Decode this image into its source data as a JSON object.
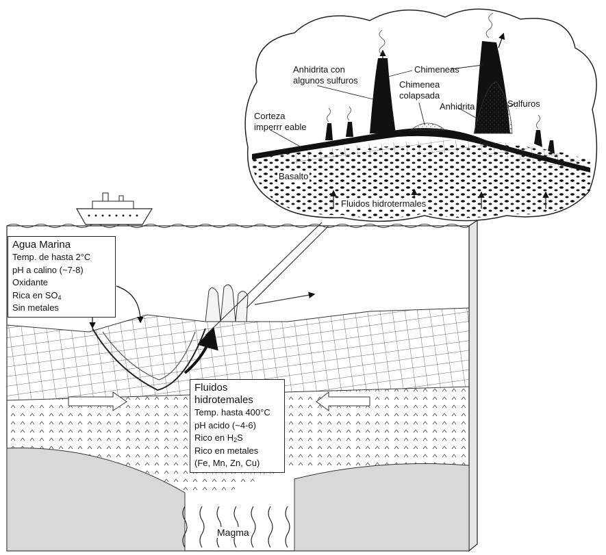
{
  "callout": {
    "anhydrite_sulfides_1": "Anhidrita con",
    "anhydrite_sulfides_2": "algunos sulfuros",
    "chimneys": "Chimeneas",
    "collapsed_chimney_1": "Chimenea",
    "collapsed_chimney_2": "colapsada",
    "anhydrite": "Anhidrita",
    "sulfides": "Sulfuros",
    "impermeable_crust_1": "Corteza",
    "impermeable_crust_2": "imperrr eable",
    "basalt": "Basalto",
    "hydrothermal_fluids": "Fluidos hidrotermales"
  },
  "seawater": {
    "title": "Agua Marina",
    "lines": [
      "Temp. de hasta 2°C",
      "pH a calino (~7-8)",
      "Oxidante",
      "Sin metales"
    ],
    "sulfate_prefix": "Rica en SO",
    "sulfate_sub": "4"
  },
  "hydrothermal": {
    "title_1": "Fluidos",
    "title_2": "hidrotemales",
    "lines": [
      "Temp. hasta 400°C",
      "pH acido (~4-6)",
      "Rico en metales",
      "(Fe, Mn, Zn, Cu)"
    ],
    "h2s_prefix": "Rico en ",
    "h2s_h": "H",
    "h2s_sub": "2",
    "h2s_s": "S"
  },
  "magma": {
    "label": "Magma"
  }
}
